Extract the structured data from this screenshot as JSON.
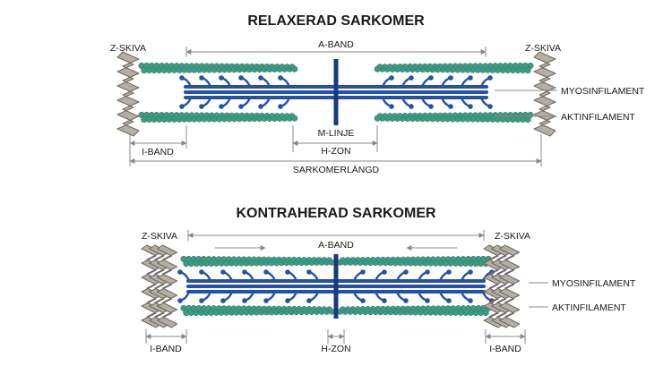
{
  "relaxed": {
    "title": "RELAXERAD SARKOMER",
    "z_left": "Z-SKIVA",
    "z_right": "Z-SKIVA",
    "a_band": "A-BAND",
    "myosin": "MYOSINFILAMENT",
    "actin": "AKTINFILAMENT",
    "m_line": "M-LINJE",
    "h_zone": "H-ZON",
    "i_band": "I-BAND",
    "length": "SARKOMERLÄNGD"
  },
  "contracted": {
    "title": "KONTRAHERAD SARKOMER",
    "z_left": "Z-SKIVA",
    "z_right": "Z-SKIVA",
    "a_band": "A-BAND",
    "myosin": "MYOSINFILAMENT",
    "actin": "AKTINFILAMENT",
    "h_zone": "H-ZON",
    "i_band_left": "I-BAND",
    "i_band_right": "I-BAND"
  },
  "colors": {
    "actin": "#3f9a83",
    "actin_dark": "#2b7a66",
    "myosin": "#2451a6",
    "myosin_dark": "#173a80",
    "z_disc": "#b5aea4",
    "z_disc_dark": "#6f6962"
  }
}
